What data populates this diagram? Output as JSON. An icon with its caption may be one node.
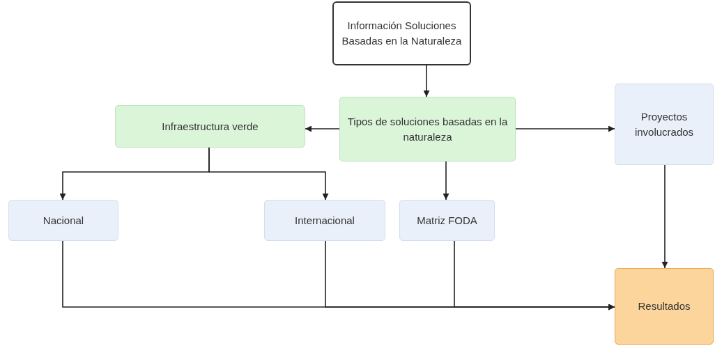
{
  "diagram": {
    "nodes": [
      {
        "text": [
          "Información Soluciones Basadas en la Naturaleza"
        ]
      },
      {
        "text": [
          "Tipos de soluciones basadas en la naturaleza"
        ]
      },
      {
        "text": [
          "Infraestructura verde"
        ]
      },
      {
        "text": [
          "Proyectos involucrados"
        ]
      },
      {
        "text": [
          "Nacional"
        ]
      },
      {
        "text": [
          "Internacional"
        ]
      },
      {
        "text": [
          "Matriz FODA"
        ]
      },
      {
        "text": [
          "Resultados"
        ]
      }
    ],
    "edges": [
      {
        "from": 0,
        "to": 1,
        "arrow": "to"
      },
      {
        "from": 1,
        "to": 2,
        "arrow": "to"
      },
      {
        "from": 1,
        "to": 3,
        "arrow": "to"
      },
      {
        "from": 2,
        "to": 4,
        "arrow": "to"
      },
      {
        "from": 2,
        "to": 5,
        "arrow": "to"
      },
      {
        "from": 1,
        "to": 6,
        "arrow": "to"
      },
      {
        "from": 3,
        "to": 7,
        "arrow": "to"
      },
      {
        "from": 4,
        "to": 7,
        "arrow": "to"
      },
      {
        "from": 5,
        "to": 7,
        "arrow": "to"
      },
      {
        "from": 6,
        "to": 7,
        "arrow": "to"
      }
    ]
  }
}
